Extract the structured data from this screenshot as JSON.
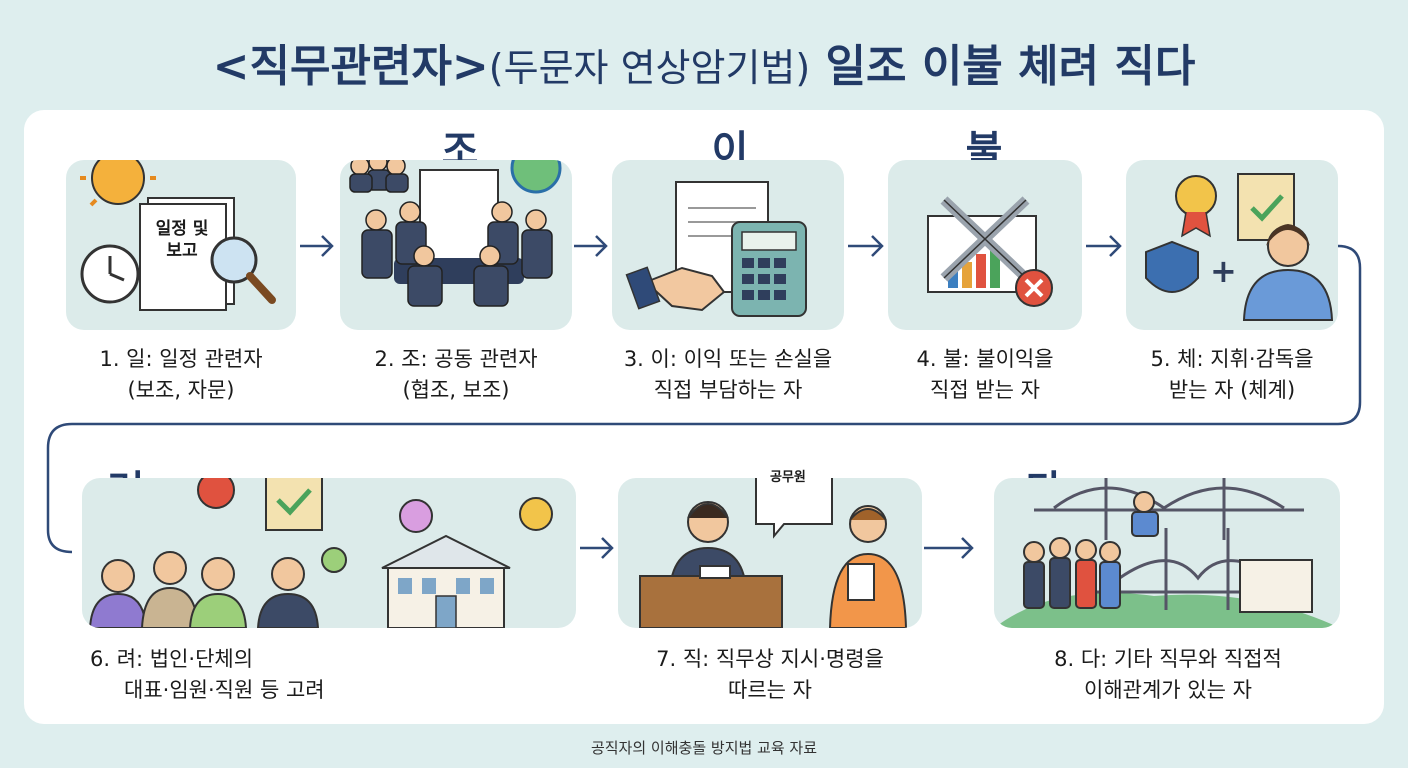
{
  "header": {
    "title_main": "<직무관련자>",
    "title_paren": "(두문자 연상암기법)",
    "title_mnemonic": "일조 이불 체려 직다"
  },
  "steps": [
    {
      "letter": "",
      "line1": "1. 일: 일정 관련자",
      "line2": "(보조, 자문)",
      "doc_line1": "일정 및",
      "doc_line2": "보고",
      "icon": "schedule-report-icon"
    },
    {
      "letter": "조",
      "line1": "2. 조: 공동 관련자",
      "line2": "(협조, 보조)",
      "icon": "team-meeting-icon"
    },
    {
      "letter": "이",
      "line1": "3. 이: 이익 또는 손실을",
      "line2": "직접 부담하는 자",
      "icon": "handshake-calculator-icon"
    },
    {
      "letter": "불",
      "line1": "4. 불: 불이익을",
      "line2": "직접 받는 자",
      "icon": "crossed-swords-icon"
    },
    {
      "letter": "",
      "line1": "5. 체: 지휘·감독을",
      "line2": "받는 자 (체계)",
      "icon": "supervision-badge-icon"
    },
    {
      "letter": "려",
      "line1": "6. 려: 법인·단체의",
      "line2": "대표·임원·직원 등 고려",
      "icon": "corporate-representatives-icon"
    },
    {
      "letter": "",
      "line1": "7. 직: 직무상 지시·명령을",
      "line2": "따르는 자",
      "bubble": "공무원",
      "icon": "official-order-icon"
    },
    {
      "letter": "다",
      "line1": "8. 다: 기타 직무와 직접적",
      "line2": "이해관계가 있는 자",
      "icon": "bridge-community-icon"
    }
  ],
  "footer": {
    "text": "공직자의 이해충돌 방지법 교육 자료"
  },
  "colors": {
    "background": "#deeeee",
    "card": "#dcebea",
    "title": "#223a66",
    "arrow": "#2f4a78"
  }
}
